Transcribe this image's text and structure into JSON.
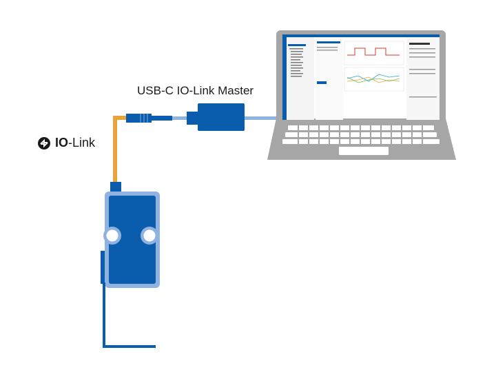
{
  "labels": {
    "master": "USB-C IO-Link Master",
    "iolink_bold": "IO",
    "iolink_rest": "-Link"
  },
  "icons": [
    "iolink-logo-icon",
    "laptop-icon",
    "sensor-device-icon",
    "usb-master-icon",
    "connector-icon"
  ],
  "colors": {
    "cable_orange": "#e8a33b",
    "device_blue": "#0a5cad",
    "device_light_blue": "#8fb3e0",
    "cable_light_blue": "#8fb3e0",
    "laptop_gray": "#a6a6a6"
  }
}
